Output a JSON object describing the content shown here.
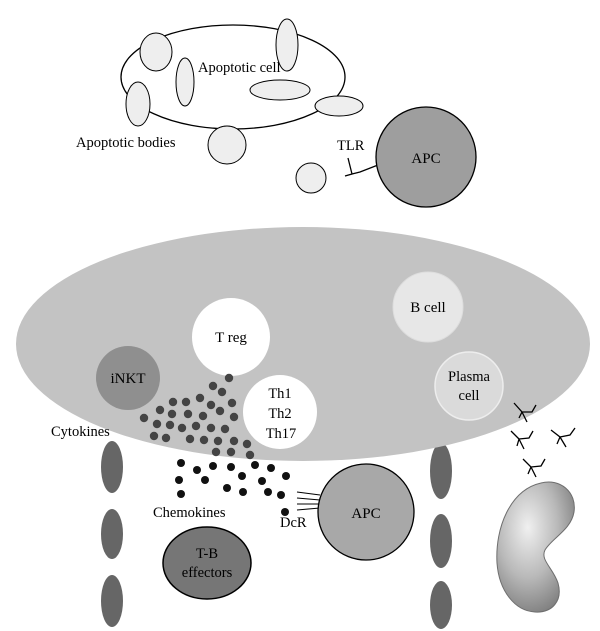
{
  "labels": {
    "apoptotic_cell": "Apoptotic cell",
    "apoptotic_bodies": "Apoptotic bodies",
    "tlr": "TLR",
    "apc_top": "APC",
    "b_cell": "B cell",
    "t_reg": "T reg",
    "inkt": "iNKT",
    "th1": "Th1",
    "th2": "Th2",
    "th17": "Th17",
    "plasma_line1": "Plasma",
    "plasma_line2": "cell",
    "cytokines": "Cytokines",
    "chemokines": "Chemokines",
    "dcr": "DcR",
    "apc_bottom": "APC",
    "tb_line1": "T-B",
    "tb_line2": "effectors"
  },
  "colors": {
    "outline": "#000000",
    "light_fill": "#eeeeee",
    "tissue_fill": "#c3c3c3",
    "apc_top_fill": "#9e9e9e",
    "apc_bottom_fill": "#a8a8a8",
    "inkt_fill": "#8f8f8f",
    "bcell_fill": "#e7e7e7",
    "plasma_fill": "#dadada",
    "vessel_fill": "#666666",
    "dot_cytokine": "#444444",
    "dot_chemokine": "#111111",
    "tb_fill": "#767676",
    "kidney_fill": "#b9b9b9"
  },
  "icons": [
    "antibody-icon",
    "kidney-icon",
    "tlr-receptor-icon",
    "dcr-receptor-icon"
  ]
}
